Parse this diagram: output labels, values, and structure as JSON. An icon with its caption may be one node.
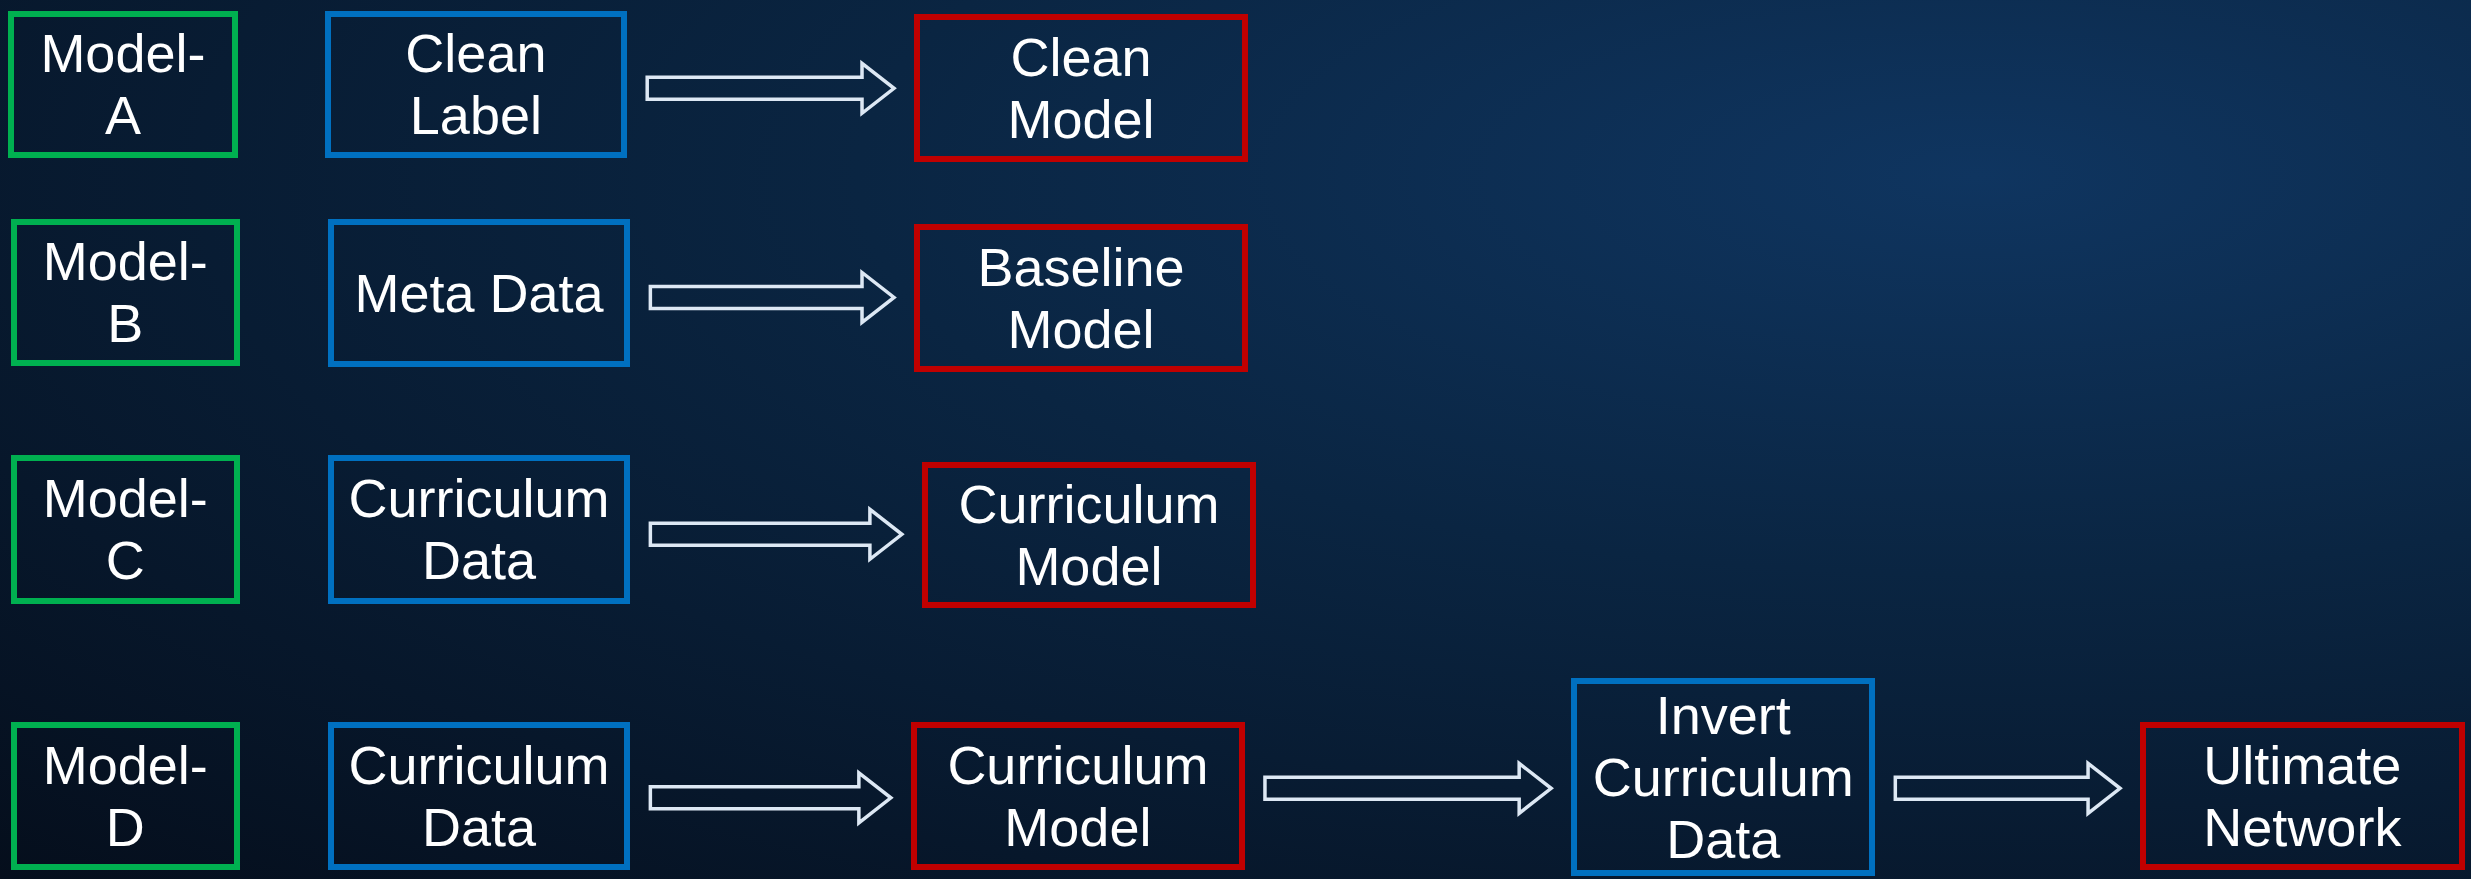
{
  "diagram": {
    "nodes": [
      {
        "text": [
          "Model-A"
        ]
      },
      {
        "text": [
          "Clean Label"
        ]
      },
      {
        "text": [
          "Clean Model"
        ]
      },
      {
        "text": [
          "Model-B"
        ]
      },
      {
        "text": [
          "Meta Data"
        ]
      },
      {
        "text": [
          "Baseline Model"
        ]
      },
      {
        "text": [
          "Model-C"
        ]
      },
      {
        "text": [
          "Curriculum Data"
        ]
      },
      {
        "text": [
          "Curriculum Model"
        ]
      },
      {
        "text": [
          "Model-D"
        ]
      },
      {
        "text": [
          "Curriculum Data"
        ]
      },
      {
        "text": [
          "Curriculum Model"
        ]
      },
      {
        "text": [
          "Invert Curriculum Data"
        ]
      },
      {
        "text": [
          "Ultimate Network"
        ]
      }
    ],
    "edges": [
      {
        "from": 1,
        "to": 2,
        "arrow": "to"
      },
      {
        "from": 4,
        "to": 5,
        "arrow": "to"
      },
      {
        "from": 7,
        "to": 8,
        "arrow": "to"
      },
      {
        "from": 10,
        "to": 11,
        "arrow": "to"
      },
      {
        "from": 11,
        "to": 12,
        "arrow": "to"
      },
      {
        "from": 12,
        "to": 13,
        "arrow": "to"
      }
    ]
  }
}
